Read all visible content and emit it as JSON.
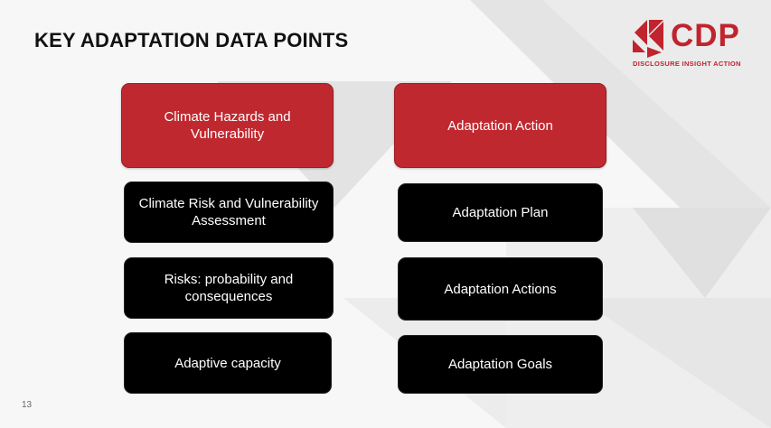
{
  "slide": {
    "title": "KEY ADAPTATION DATA POINTS",
    "page_number": "13"
  },
  "logo": {
    "name": "CDP",
    "tagline": "DISCLOSURE INSIGHT ACTION",
    "color": "#c0242e"
  },
  "left_column": {
    "header": "Climate Hazards and Vulnerability",
    "items": [
      "Climate Risk and Vulnerability Assessment",
      "Risks: probability and consequences",
      "Adaptive capacity"
    ]
  },
  "right_column": {
    "header": "Adaptation Action",
    "items": [
      "Adaptation Plan",
      "Adaptation Actions",
      "Adaptation Goals"
    ]
  },
  "colors": {
    "header_box": "#c0282f",
    "item_box": "#000000",
    "text": "#ffffff"
  }
}
